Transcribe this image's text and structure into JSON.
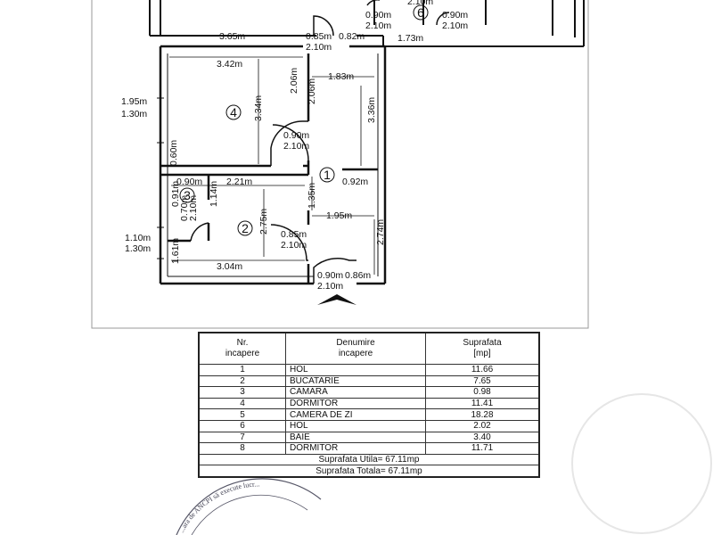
{
  "plan": {
    "room_numbers": [
      "1",
      "2",
      "3",
      "4",
      "6"
    ],
    "dimensions": {
      "top_door_left": "0.90m",
      "top_door_left_h": "2.10m",
      "top_door_right": "0.90m",
      "top_door_right_h": "2.10m",
      "top_partial": "2.10m",
      "corridor_width": "3.65m",
      "door_4": "0.85m",
      "door_4_h": "2.10m",
      "gap_082": "0.82m",
      "gap_173": "1.73m",
      "room4_width": "3.42m",
      "room4_height": "3.34m",
      "room4_inner": "2.06m",
      "room4_inner2": "2.06m",
      "hall_183": "1.83m",
      "hall_336": "3.36m",
      "window_left_w": "1.95m",
      "window_left_h": "1.30m",
      "door_room4": "0.90m",
      "door_room4_h": "2.10m",
      "wall_060": "0.60m",
      "cam_090": "0.90m",
      "kitchen_221": "2.21m",
      "cam_114": "1.14m",
      "cam_091": "0.91m",
      "cam_070": "0.70m",
      "cam_210": "2.10m",
      "hall_135": "1.35m",
      "hall_092": "0.92m",
      "hall_195": "1.95m",
      "kitchen_275": "2.75m",
      "hall_274": "2.74m",
      "window_left2_w": "1.10m",
      "window_left2_h": "1.30m",
      "wall_161": "1.61m",
      "door_kitchen": "0.85m",
      "door_kitchen_h": "2.10m",
      "kitchen_304": "3.04m",
      "entry_door": "0.90m",
      "entry_door_h": "2.10m",
      "entry_086": "0.86m"
    }
  },
  "table": {
    "headers": [
      "Nr.\nincapere",
      "Denumire\nincapere",
      "Suprafata\n[mp]"
    ],
    "rows": [
      {
        "nr": "1",
        "name": "HOL",
        "area": "11.66"
      },
      {
        "nr": "2",
        "name": "BUCATARIE",
        "area": "7.65"
      },
      {
        "nr": "3",
        "name": "CAMARA",
        "area": "0.98"
      },
      {
        "nr": "4",
        "name": "DORMITOR",
        "area": "11.41"
      },
      {
        "nr": "5",
        "name": "CAMERA DE ZI",
        "area": "18.28"
      },
      {
        "nr": "6",
        "name": "HOL",
        "area": "2.02"
      },
      {
        "nr": "7",
        "name": "BAIE",
        "area": "3.40"
      },
      {
        "nr": "8",
        "name": "DORMITOR",
        "area": "11.71"
      }
    ],
    "total_useful": "Suprafata Utila= 67.11mp",
    "total_total": "Suprafata Totala= 67.11mp"
  },
  "stamp": {
    "text": "...ara de ANCPI să execute lucr..."
  },
  "colors": {
    "ink": "#111111",
    "paper": "#ffffff"
  }
}
